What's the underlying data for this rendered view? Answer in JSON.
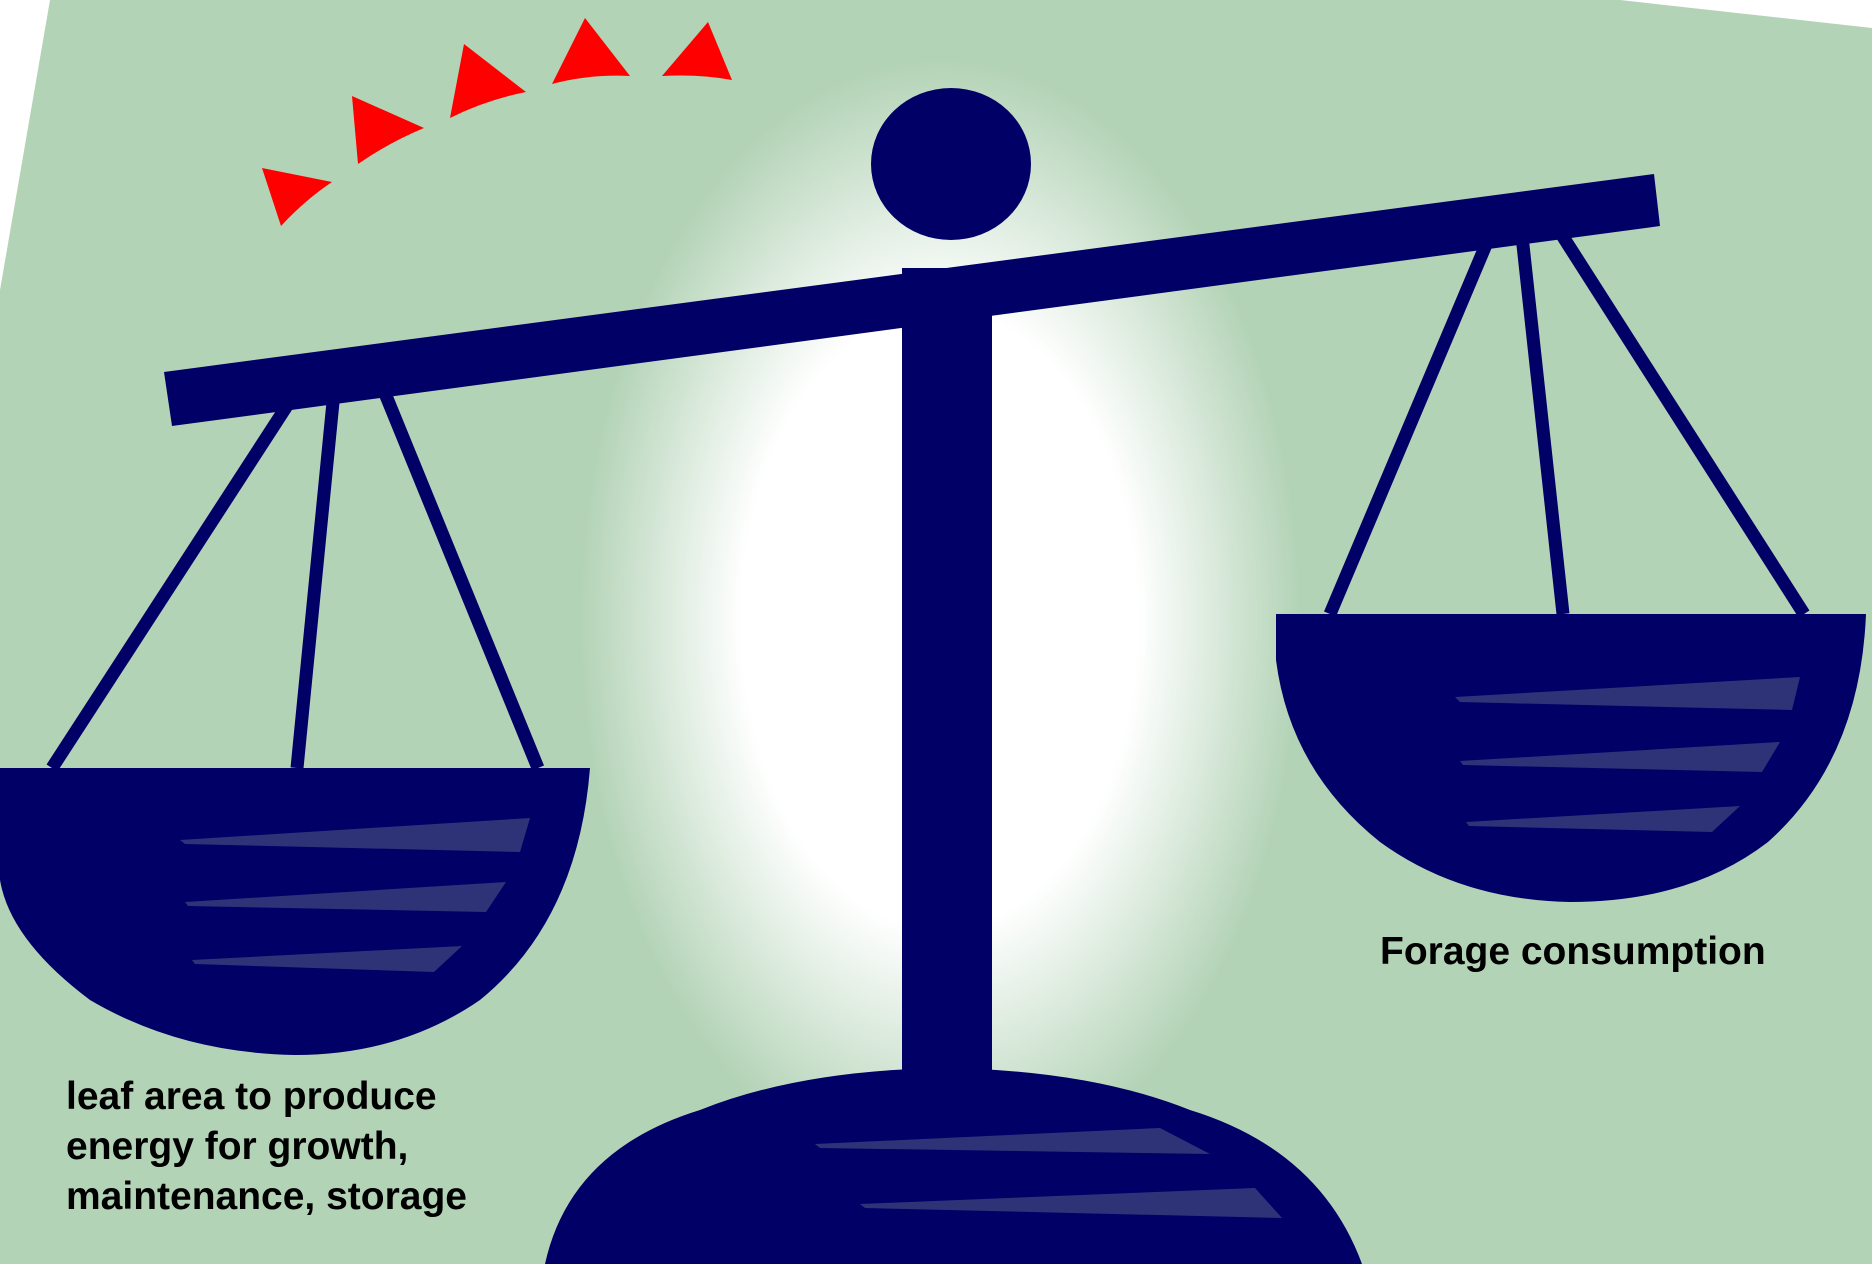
{
  "labels": {
    "left_pan": [
      "leaf area to produce",
      "energy for growth,",
      "maintenance, storage"
    ],
    "right_pan": "Forage consumption"
  },
  "colors": {
    "background_green": "#b3d3b6",
    "glow_center": "#ffffff",
    "scale_navy": "#000066",
    "pan_highlight": "#2e3378",
    "arrow_red": "#ff0000",
    "text": "#000000"
  },
  "icons": {
    "scale": "balance-scale-icon",
    "arrows": "red-arrowhead-arc-icon"
  }
}
